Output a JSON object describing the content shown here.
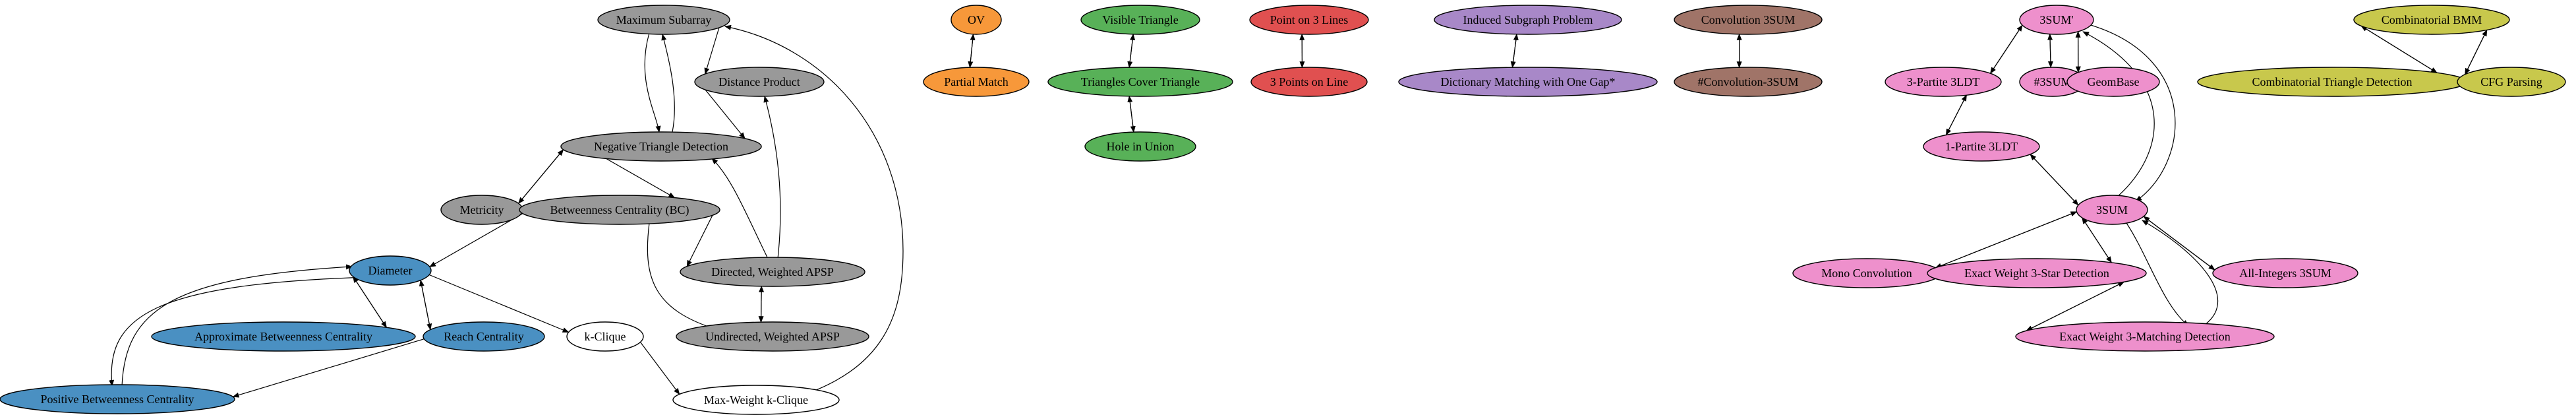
{
  "nodes": [
    {
      "id": "max_subarray",
      "label": "Maximum Subarray",
      "color": "#999999"
    },
    {
      "id": "distance_product",
      "label": "Distance Product",
      "color": "#999999"
    },
    {
      "id": "neg_triangle",
      "label": "Negative Triangle Detection",
      "color": "#999999"
    },
    {
      "id": "metricity",
      "label": "Metricity",
      "color": "#999999"
    },
    {
      "id": "betweenness",
      "label": "Betweenness Centrality (BC)",
      "color": "#999999"
    },
    {
      "id": "diameter",
      "label": "Diameter",
      "color": "#4a90c2"
    },
    {
      "id": "directed_apsp",
      "label": "Directed, Weighted APSP",
      "color": "#999999"
    },
    {
      "id": "approx_bc",
      "label": "Approximate Betweenness Centrality",
      "color": "#4a90c2"
    },
    {
      "id": "reach_centrality",
      "label": "Reach Centrality",
      "color": "#4a90c2"
    },
    {
      "id": "k_clique",
      "label": "k-Clique",
      "color": "#ffffff"
    },
    {
      "id": "undirected_apsp",
      "label": "Undirected, Weighted APSP",
      "color": "#999999"
    },
    {
      "id": "positive_bc",
      "label": "Positive Betweenness Centrality",
      "color": "#4a90c2"
    },
    {
      "id": "max_weight_clique",
      "label": "Max-Weight k-Clique",
      "color": "#ffffff"
    },
    {
      "id": "ov",
      "label": "OV",
      "color": "#f7983a"
    },
    {
      "id": "partial_match",
      "label": "Partial Match",
      "color": "#f7983a"
    },
    {
      "id": "visible_triangle",
      "label": "Visible Triangle",
      "color": "#58b158"
    },
    {
      "id": "triangles_cover",
      "label": "Triangles Cover Triangle",
      "color": "#58b158"
    },
    {
      "id": "hole_union",
      "label": "Hole in Union",
      "color": "#58b158"
    },
    {
      "id": "point_3_lines",
      "label": "Point on 3 Lines",
      "color": "#e05050"
    },
    {
      "id": "three_points_line",
      "label": "3 Points on Line",
      "color": "#e05050"
    },
    {
      "id": "induced_subgraph",
      "label": "Induced Subgraph Problem",
      "color": "#a888c8"
    },
    {
      "id": "dict_matching",
      "label": "Dictionary Matching with One Gap*",
      "color": "#a888c8"
    },
    {
      "id": "conv_3sum",
      "label": "Convolution 3SUM",
      "color": "#a07468"
    },
    {
      "id": "num_conv_3sum",
      "label": "#Convolution-3SUM",
      "color": "#a07468"
    },
    {
      "id": "three_sum_prime",
      "label": "3SUM'",
      "color": "#ee90cc"
    },
    {
      "id": "three_partite",
      "label": "3-Partite 3LDT",
      "color": "#ee90cc"
    },
    {
      "id": "num_3sum",
      "label": "#3SUM",
      "color": "#ee90cc"
    },
    {
      "id": "geombase",
      "label": "GeomBase",
      "color": "#ee90cc"
    },
    {
      "id": "one_partite",
      "label": "1-Partite 3LDT",
      "color": "#ee90cc"
    },
    {
      "id": "three_sum",
      "label": "3SUM",
      "color": "#ee90cc"
    },
    {
      "id": "mono_conv",
      "label": "Mono Convolution",
      "color": "#ee90cc"
    },
    {
      "id": "exact_star",
      "label": "Exact Weight 3-Star Detection",
      "color": "#ee90cc"
    },
    {
      "id": "all_integers",
      "label": "All-Integers 3SUM",
      "color": "#ee90cc"
    },
    {
      "id": "exact_matching",
      "label": "Exact Weight 3-Matching Detection",
      "color": "#ee90cc"
    },
    {
      "id": "comb_bmm",
      "label": "Combinatorial BMM",
      "color": "#c8c84c"
    },
    {
      "id": "comb_triangle",
      "label": "Combinatorial Triangle Detection",
      "color": "#c8c84c"
    },
    {
      "id": "cfg_parsing",
      "label": "CFG Parsing",
      "color": "#c8c84c"
    }
  ],
  "edges": [
    {
      "from": "max_subarray",
      "to": "distance_product"
    },
    {
      "from": "max_subarray",
      "to": "neg_triangle"
    },
    {
      "from": "neg_triangle",
      "to": "max_subarray"
    },
    {
      "from": "distance_product",
      "to": "neg_triangle"
    },
    {
      "from": "neg_triangle",
      "to": "metricity"
    },
    {
      "from": "metricity",
      "to": "neg_triangle"
    },
    {
      "from": "neg_triangle",
      "to": "betweenness"
    },
    {
      "from": "directed_apsp",
      "to": "neg_triangle"
    },
    {
      "from": "directed_apsp",
      "to": "distance_product"
    },
    {
      "from": "betweenness",
      "to": "diameter"
    },
    {
      "from": "betweenness",
      "to": "directed_apsp"
    },
    {
      "from": "betweenness",
      "to": "undirected_apsp"
    },
    {
      "from": "directed_apsp",
      "to": "undirected_apsp"
    },
    {
      "from": "undirected_apsp",
      "to": "directed_apsp"
    },
    {
      "from": "diameter",
      "to": "approx_bc"
    },
    {
      "from": "approx_bc",
      "to": "diameter"
    },
    {
      "from": "diameter",
      "to": "reach_centrality"
    },
    {
      "from": "reach_centrality",
      "to": "diameter"
    },
    {
      "from": "diameter",
      "to": "k_clique"
    },
    {
      "from": "diameter",
      "to": "positive_bc"
    },
    {
      "from": "positive_bc",
      "to": "diameter"
    },
    {
      "from": "reach_centrality",
      "to": "positive_bc"
    },
    {
      "from": "k_clique",
      "to": "max_weight_clique"
    },
    {
      "from": "max_weight_clique",
      "to": "max_subarray"
    },
    {
      "from": "ov",
      "to": "partial_match"
    },
    {
      "from": "partial_match",
      "to": "ov"
    },
    {
      "from": "visible_triangle",
      "to": "triangles_cover"
    },
    {
      "from": "triangles_cover",
      "to": "visible_triangle"
    },
    {
      "from": "triangles_cover",
      "to": "hole_union"
    },
    {
      "from": "hole_union",
      "to": "triangles_cover"
    },
    {
      "from": "point_3_lines",
      "to": "three_points_line"
    },
    {
      "from": "three_points_line",
      "to": "point_3_lines"
    },
    {
      "from": "induced_subgraph",
      "to": "dict_matching"
    },
    {
      "from": "dict_matching",
      "to": "induced_subgraph"
    },
    {
      "from": "conv_3sum",
      "to": "num_conv_3sum"
    },
    {
      "from": "num_conv_3sum",
      "to": "conv_3sum"
    },
    {
      "from": "three_sum_prime",
      "to": "three_partite"
    },
    {
      "from": "three_partite",
      "to": "three_sum_prime"
    },
    {
      "from": "three_sum_prime",
      "to": "num_3sum"
    },
    {
      "from": "num_3sum",
      "to": "three_sum_prime"
    },
    {
      "from": "three_sum_prime",
      "to": "geombase"
    },
    {
      "from": "geombase",
      "to": "three_sum_prime"
    },
    {
      "from": "three_sum_prime",
      "to": "three_sum"
    },
    {
      "from": "three_sum",
      "to": "three_sum_prime"
    },
    {
      "from": "three_partite",
      "to": "one_partite"
    },
    {
      "from": "one_partite",
      "to": "three_partite"
    },
    {
      "from": "one_partite",
      "to": "three_sum"
    },
    {
      "from": "three_sum",
      "to": "one_partite"
    },
    {
      "from": "three_sum",
      "to": "mono_conv"
    },
    {
      "from": "mono_conv",
      "to": "three_sum"
    },
    {
      "from": "three_sum",
      "to": "exact_star"
    },
    {
      "from": "exact_star",
      "to": "three_sum"
    },
    {
      "from": "three_sum",
      "to": "all_integers"
    },
    {
      "from": "all_integers",
      "to": "three_sum"
    },
    {
      "from": "three_sum",
      "to": "exact_matching"
    },
    {
      "from": "exact_matching",
      "to": "three_sum"
    },
    {
      "from": "exact_star",
      "to": "exact_matching"
    },
    {
      "from": "exact_matching",
      "to": "exact_star"
    },
    {
      "from": "comb_bmm",
      "to": "comb_triangle"
    },
    {
      "from": "comb_triangle",
      "to": "comb_bmm"
    },
    {
      "from": "comb_bmm",
      "to": "cfg_parsing"
    },
    {
      "from": "cfg_parsing",
      "to": "comb_bmm"
    }
  ]
}
